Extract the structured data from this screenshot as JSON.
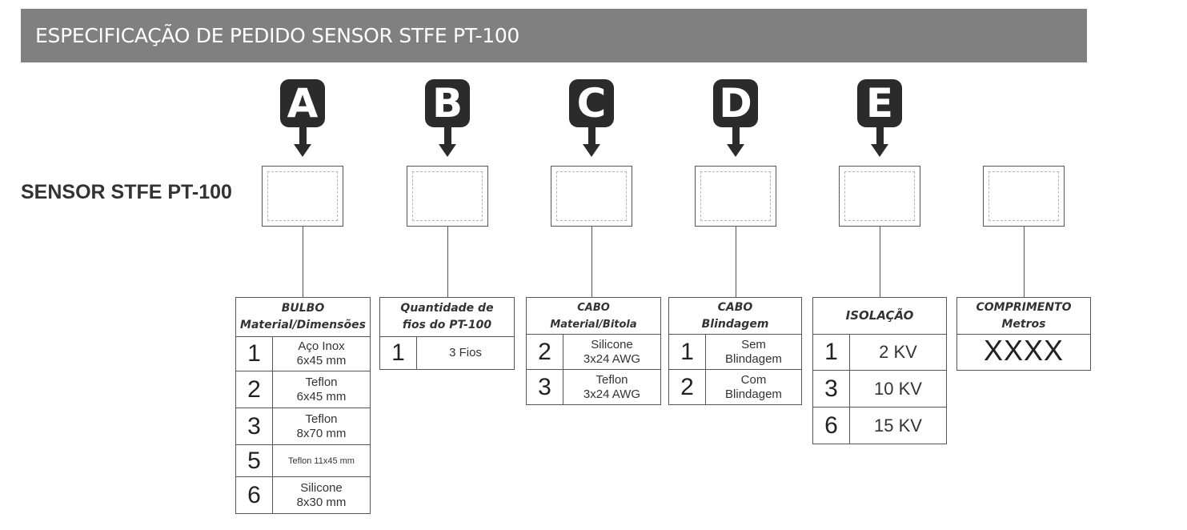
{
  "header": {
    "title": "ESPECIFICAÇÃO DE PEDIDO SENSOR STFE PT-100"
  },
  "product_label": "SENSOR STFE PT-100",
  "badges": [
    "A",
    "B",
    "C",
    "D",
    "E"
  ],
  "tables": {
    "bulbo": {
      "title": [
        "BULBO",
        "Material/Dimensões"
      ],
      "rows": [
        {
          "code": "1",
          "desc": [
            "Aço Inox",
            "6x45 mm"
          ]
        },
        {
          "code": "2",
          "desc": [
            "Teflon",
            "6x45 mm"
          ]
        },
        {
          "code": "3",
          "desc": [
            "Teflon",
            "8x70 mm"
          ]
        },
        {
          "code": "5",
          "desc": [
            "Teflon 11x45 mm"
          ]
        },
        {
          "code": "6",
          "desc": [
            "Silicone",
            "8x30 mm"
          ]
        }
      ]
    },
    "fios": {
      "title": [
        "Quantidade de",
        "fios do PT-100"
      ],
      "rows": [
        {
          "code": "1",
          "desc": [
            "3 Fios"
          ]
        }
      ]
    },
    "cabo_material": {
      "title": [
        "CABO",
        "Material/Bitola"
      ],
      "rows": [
        {
          "code": "2",
          "desc": [
            "Silicone",
            "3x24 AWG"
          ]
        },
        {
          "code": "3",
          "desc": [
            "Teflon",
            "3x24 AWG"
          ]
        }
      ]
    },
    "cabo_blindagem": {
      "title": [
        "CABO",
        "Blindagem"
      ],
      "rows": [
        {
          "code": "1",
          "desc": [
            "Sem",
            "Blindagem"
          ]
        },
        {
          "code": "2",
          "desc": [
            "Com",
            "Blindagem"
          ]
        }
      ]
    },
    "isolacao": {
      "title": [
        "ISOLAÇÃO"
      ],
      "rows": [
        {
          "code": "1",
          "desc": [
            "2 KV"
          ]
        },
        {
          "code": "3",
          "desc": [
            "10 KV"
          ]
        },
        {
          "code": "6",
          "desc": [
            "15 KV"
          ]
        }
      ]
    },
    "comprimento": {
      "title": [
        "COMPRIMENTO",
        "Metros"
      ],
      "value": "XXXX"
    }
  }
}
